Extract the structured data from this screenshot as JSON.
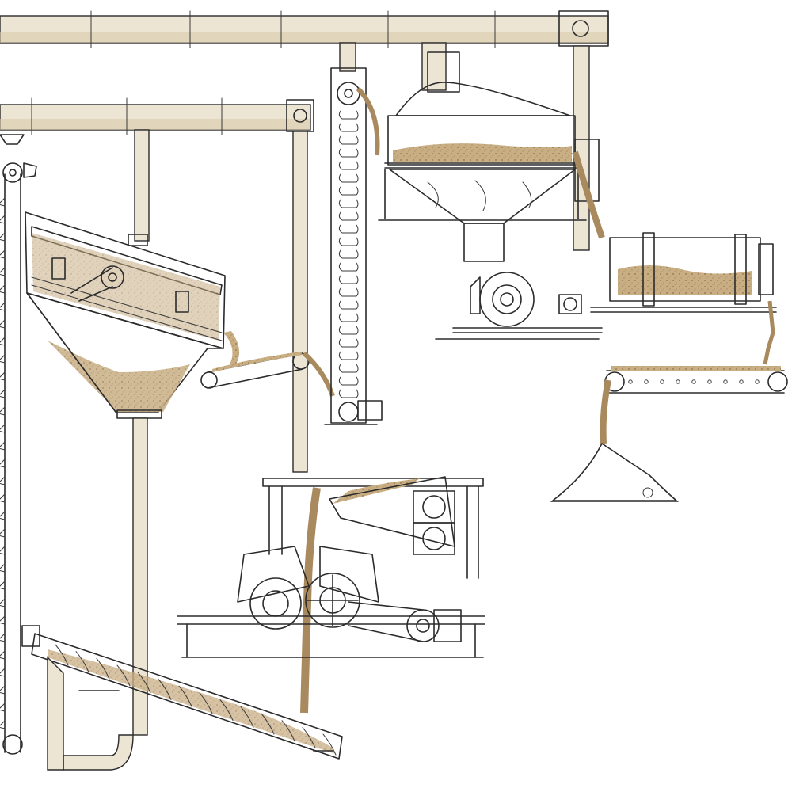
{
  "colors": {
    "ink": "#2b2b2b",
    "pipe_fill": "#ede5d4",
    "pipe_shade": "#d8c9ab",
    "sand": "#c9ae84",
    "sand_dark": "#a88a5e",
    "background": "#ffffff"
  },
  "components": [
    "top-horizontal-duct",
    "second-horizontal-duct",
    "left-bucket-elevator",
    "inclined-vibrating-screen",
    "screen-discharge-hopper",
    "short-belt-conveyor",
    "center-bucket-elevator",
    "cyclone-dryer-vessel",
    "blower-fan",
    "rotary-drum-dryer",
    "long-belt-conveyor",
    "sand-stockpile",
    "double-roll-crusher",
    "drive-motor",
    "inclined-screw-conveyor"
  ]
}
